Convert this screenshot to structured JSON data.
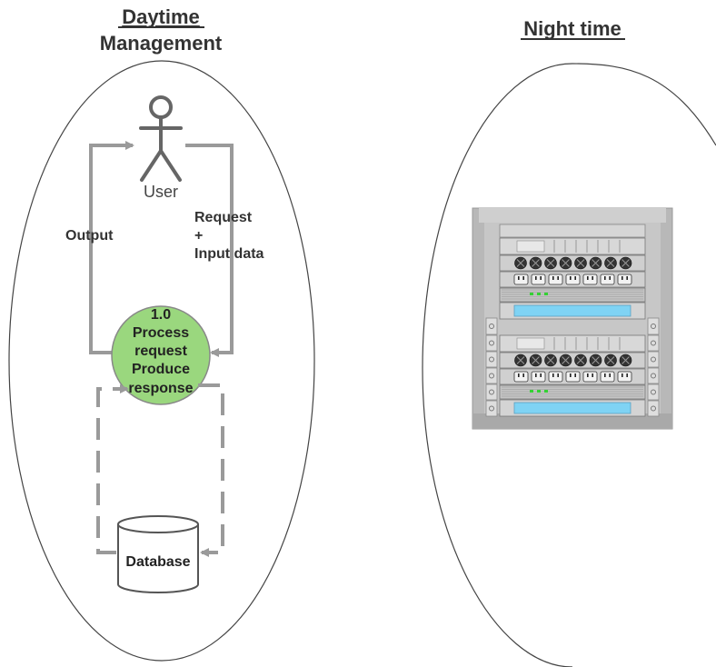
{
  "day": {
    "title_line1": "Daytime",
    "title_line2": "Management",
    "user_label": "User",
    "output_label": "Output",
    "request_line1": "Request",
    "request_line2": "+",
    "request_line3": "Input data",
    "process_lines": [
      "1.0",
      "Process",
      "request",
      "Produce",
      "response"
    ],
    "database_label": "Database"
  },
  "night": {
    "title": "Night time",
    "server_icon": "server-rack-icon"
  },
  "colors": {
    "process_fill": "#9ad77e",
    "arrow_gray": "#9a9a9a",
    "ellipse_stroke": "#444444",
    "panel_blue": "#7fd3f4"
  }
}
